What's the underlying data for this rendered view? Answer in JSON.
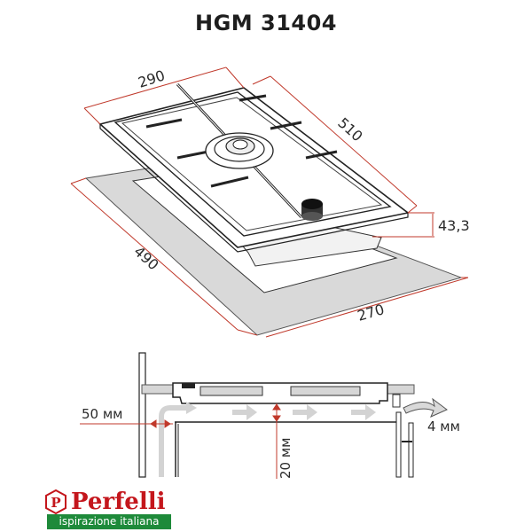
{
  "title": "HGM 31404",
  "dimensions": {
    "width_top": "290",
    "depth_top": "510",
    "height": "43,3",
    "cutout_depth": "490",
    "cutout_width": "270"
  },
  "section": {
    "side_gap": "50 мм",
    "air_gap": "20 мм",
    "vent_gap": "4 мм"
  },
  "brand": {
    "name": "Perfelli",
    "tagline": "ispirazione italiana",
    "color_red": "#c4161c",
    "color_green": "#1e8a3a"
  },
  "colors": {
    "dimension_line": "#c0392b",
    "countertop": "#d9d9d9",
    "airflow": "#d3d3d3"
  }
}
